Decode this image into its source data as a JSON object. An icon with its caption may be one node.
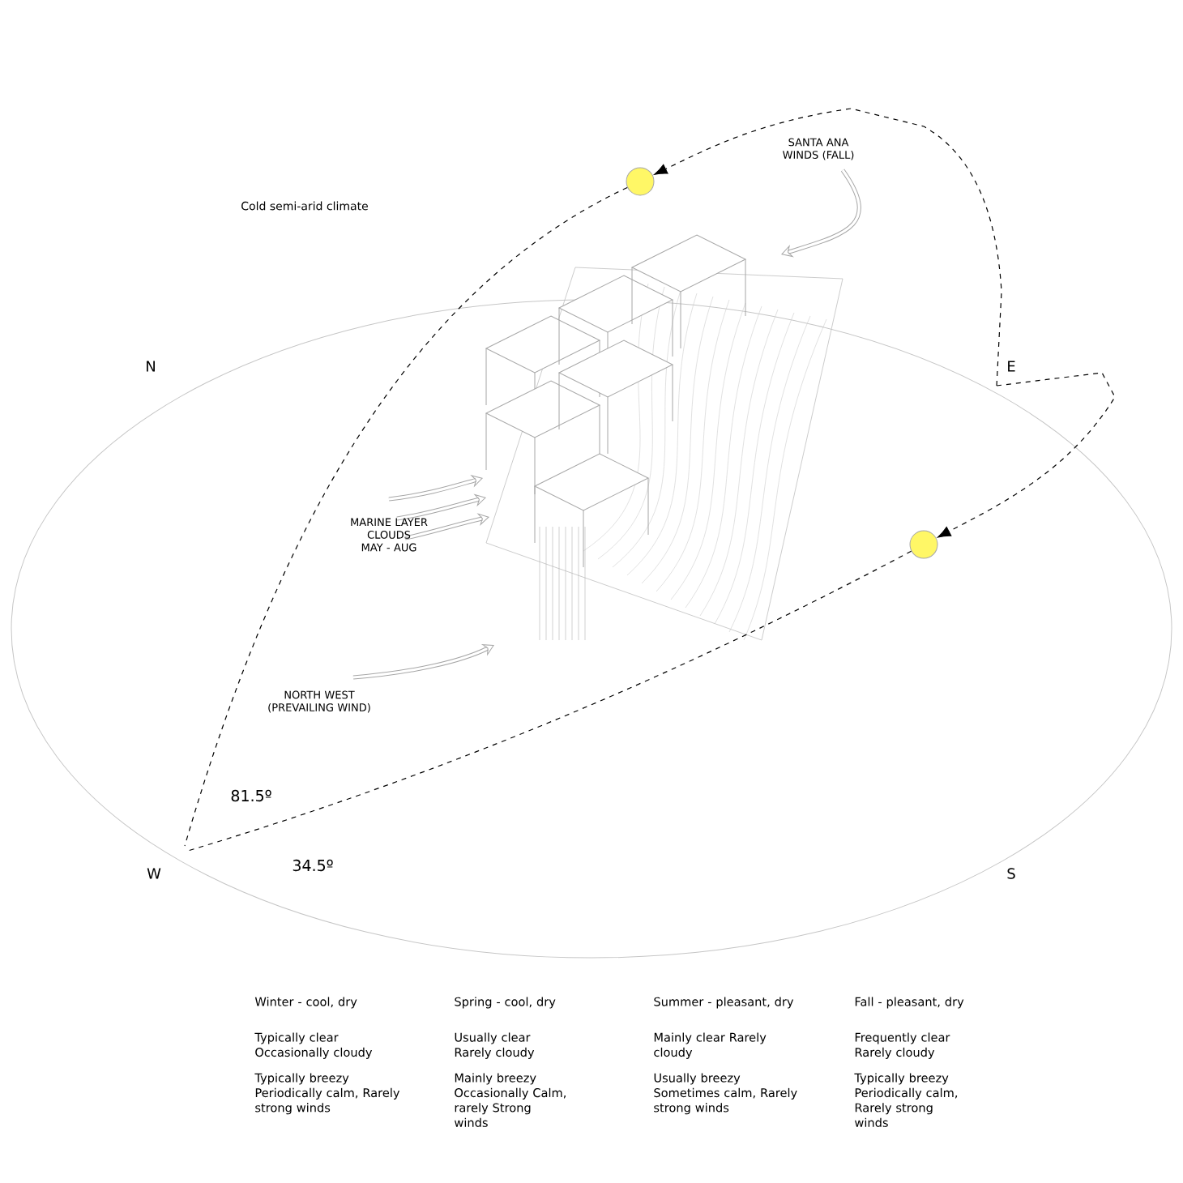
{
  "diagram": {
    "nodes": [
      {
        "text": [],
        "shape": "circle"
      },
      {
        "text": [],
        "shape": "circle"
      }
    ],
    "edges": [
      {
        "from": null,
        "to": 0,
        "arrow": "to",
        "style": "dashed"
      },
      {
        "from": null,
        "to": 1,
        "arrow": "to",
        "style": "dashed"
      },
      {
        "from": 0,
        "to": null,
        "arrow": "none",
        "style": "dashed"
      },
      {
        "from": 1,
        "to": null,
        "arrow": "none",
        "style": "dashed"
      }
    ],
    "labels": [
      "SANTA ANA WINDS (FALL)",
      "Cold semi-arid climate",
      "N",
      "E",
      "MARINE LAYER CLOUDS MAY - AUG",
      "NORTH WEST (PREVAILING WIND)",
      "81.5º",
      "W",
      "34.5º",
      "S",
      "Winter - cool, dry",
      "Spring - cool, dry",
      "Summer - pleasant, dry",
      "Fall - pleasant, dry",
      "Typically clear Occasionally cloudy",
      "Usually clear Rarely cloudy",
      "Mainly clear Rarely cloudy",
      "Frequently clear Rarely cloudy",
      "Typically breezy Periodically calm, Rarely strong winds",
      "Mainly breezy Occasionally Calm, rarely Strong winds",
      "Usually breezy Sometimes calm, Rarely strong winds",
      "Typically breezy Periodically calm, Rarely strong winds"
    ]
  }
}
